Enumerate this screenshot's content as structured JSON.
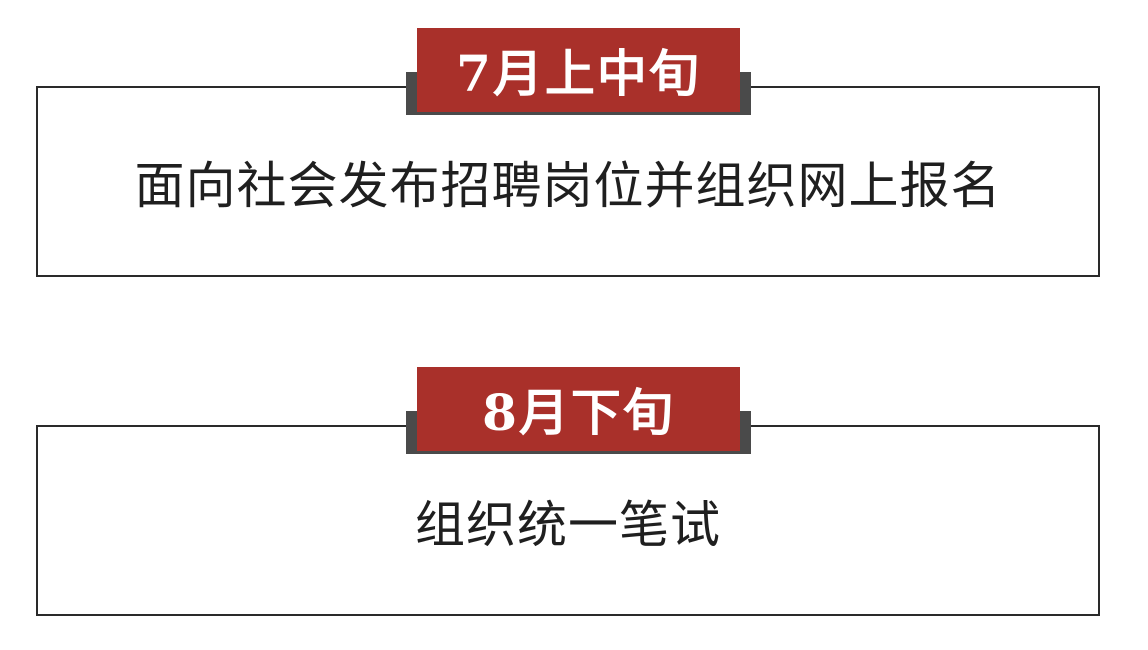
{
  "timeline": [
    {
      "tag": "7月上中旬",
      "text": "面向社会发布招聘岗位并组织网上报名"
    },
    {
      "tag": "8月下旬",
      "text": "组织统一笔试"
    }
  ],
  "colors": {
    "tag_background": "#a9302a",
    "tag_shadow": "#4a4a4a",
    "box_border": "#2a2a2a"
  }
}
